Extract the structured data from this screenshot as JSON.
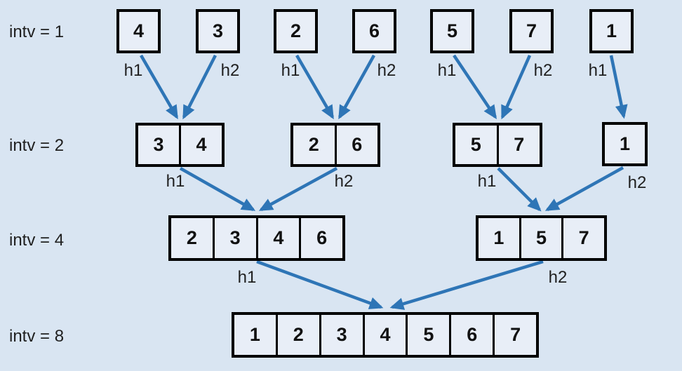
{
  "diagram": {
    "colors": {
      "background": "#d9e5f2",
      "box_fill": "#e8eef7",
      "border": "#000000",
      "arrow": "#2e75b6",
      "text": "#1f1f1f"
    },
    "rows": [
      {
        "label": "intv = 1",
        "boxes": [
          {
            "cells": [
              "4"
            ],
            "tag": "h1"
          },
          {
            "cells": [
              "3"
            ],
            "tag": "h2"
          },
          {
            "cells": [
              "2"
            ],
            "tag": "h1"
          },
          {
            "cells": [
              "6"
            ],
            "tag": "h2"
          },
          {
            "cells": [
              "5"
            ],
            "tag": "h1"
          },
          {
            "cells": [
              "7"
            ],
            "tag": "h2"
          },
          {
            "cells": [
              "1"
            ],
            "tag": "h1"
          }
        ]
      },
      {
        "label": "intv = 2",
        "boxes": [
          {
            "cells": [
              "3",
              "4"
            ],
            "tag": "h1"
          },
          {
            "cells": [
              "2",
              "6"
            ],
            "tag": "h2"
          },
          {
            "cells": [
              "5",
              "7"
            ],
            "tag": "h1"
          },
          {
            "cells": [
              "1"
            ],
            "tag": "h2"
          }
        ]
      },
      {
        "label": "intv = 4",
        "boxes": [
          {
            "cells": [
              "2",
              "3",
              "4",
              "6"
            ],
            "tag": "h1"
          },
          {
            "cells": [
              "1",
              "5",
              "7"
            ],
            "tag": "h2"
          }
        ]
      },
      {
        "label": "intv = 8",
        "boxes": [
          {
            "cells": [
              "1",
              "2",
              "3",
              "4",
              "5",
              "6",
              "7"
            ],
            "tag": null
          }
        ]
      }
    ]
  }
}
